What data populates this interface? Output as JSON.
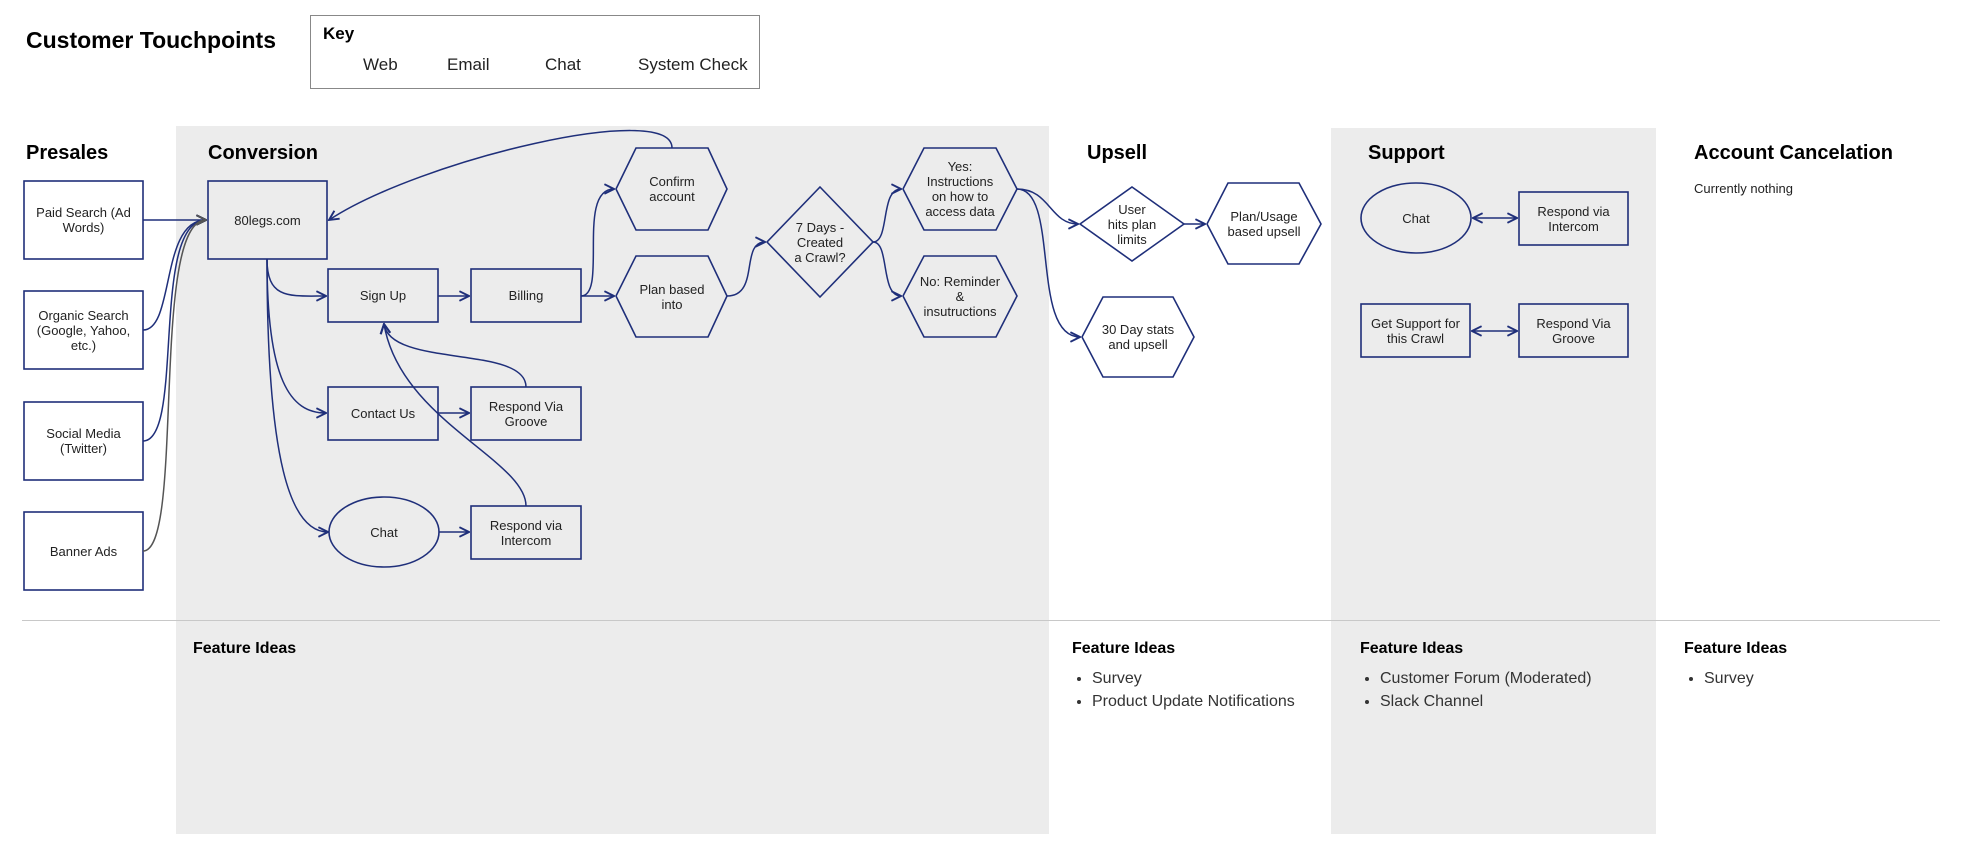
{
  "title": "Customer Touchpoints",
  "key": {
    "title": "Key",
    "items": [
      {
        "shape": "rectangle",
        "label": "Web"
      },
      {
        "shape": "hexagon",
        "label": "Email"
      },
      {
        "shape": "ellipse",
        "label": "Chat"
      },
      {
        "shape": "diamond",
        "label": "System Check"
      }
    ]
  },
  "columns": {
    "presales": "Presales",
    "conversion": "Conversion",
    "upsell": "Upsell",
    "support": "Support",
    "cancel": "Account Cancelation",
    "cancel_note": "Currently nothing"
  },
  "nodes": {
    "paid_search": "Paid Search (Ad\nWords)",
    "organic_search": "Organic Search\n(Google, Yahoo,\netc.)",
    "social_media": "Social Media\n(Twitter)",
    "banner_ads": "Banner Ads",
    "site": "80legs.com",
    "sign_up": "Sign Up",
    "billing": "Billing",
    "contact_us": "Contact Us",
    "respond_groove": "Respond Via\nGroove",
    "chat": "Chat",
    "respond_intercom": "Respond via\nIntercom",
    "confirm_account": "Confirm\naccount",
    "plan_based": "Plan based\ninto",
    "seven_days": "7 Days -\nCreated\na Crawl?",
    "yes_instructions": "Yes:\nInstructions\non how to\naccess data",
    "no_reminder": "No: Reminder\n&\ninsutructions",
    "user_limits": "User\nhits plan\nlimits",
    "plan_usage": "Plan/Usage\nbased upsell",
    "thirty_day": "30 Day stats\nand upsell",
    "support_chat": "Chat",
    "support_intercom": "Respond via\nIntercom",
    "get_support": "Get Support for\nthis Crawl",
    "support_groove": "Respond Via\nGroove"
  },
  "feature_ideas": {
    "heading": "Feature Ideas",
    "conversion": [],
    "upsell": [
      "Survey",
      "Product Update Notifications"
    ],
    "support": [
      "Customer Forum (Moderated)",
      "Slack Channel"
    ],
    "cancel": [
      "Survey"
    ]
  },
  "colors": {
    "shape_stroke": "#1f2f7a",
    "band": "#ececec",
    "gray_connector": "#555555"
  }
}
